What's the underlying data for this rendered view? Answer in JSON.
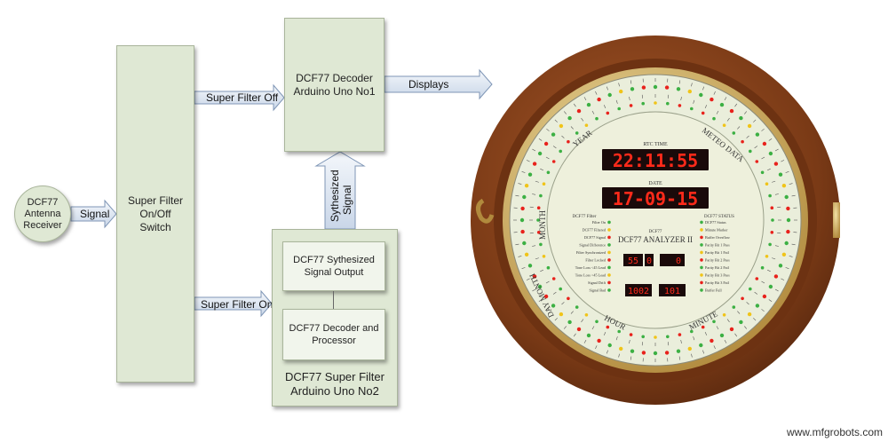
{
  "nodes": {
    "antenna": "DCF77\nAntenna\nReceiver",
    "switch": "Super Filter\nOn/Off\nSwitch",
    "decoder1": "DCF77 Decoder\nArduino Uno No1",
    "synth_output": "DCF77 Sythesized\nSignal Output",
    "decoder_processor": "DCF77 Decoder and\nProcessor",
    "super_filter": "DCF77 Super Filter\nArduino Uno No2"
  },
  "edges": {
    "signal": "Signal",
    "filter_off": "Super Filter Off",
    "filter_on": "Super Filter On",
    "synthesized": "Sythesized\nSignal",
    "displays": "Displays"
  },
  "clock": {
    "rtc_label": "RTC TIME",
    "time": "22:11:55",
    "date_label": "DATE",
    "date": "17-09-15",
    "brand": "DCF77",
    "title": "DCF77 ANALYZER II",
    "ring_top_left": "YEAR",
    "ring_top_right": "METEO DATA",
    "ring_left": "MONTH",
    "ring_left_low": "DAY MONTH",
    "ring_bottom_left": "HOUR",
    "ring_bottom_right": "MINUTE",
    "left_panel_title": "DCF77 Filter",
    "right_panel_title": "DCF77 STATUS",
    "left_items": [
      "Filter On",
      "DCF77 Filtered",
      "DCF77 Signal",
      "Signal Difference",
      "Filter Synchronized",
      "Filter Locked",
      "Tone Loss <45 Lead",
      "Tone Loss <45 Lead",
      "Signal Drift",
      "Signal Bad"
    ],
    "right_items": [
      "DCF77 Status",
      "Minute Marker",
      "Buffer Overflow",
      "Parity Bit 1 Pass",
      "Parity Bit 1 Fail",
      "Parity Bit 2 Pass",
      "Parity Bit 2 Fail",
      "Parity Bit 3 Pass",
      "Parity Bit 3 Fail",
      "Buffer Full"
    ],
    "small_left": "55",
    "small_mid": "0",
    "small_right": "0",
    "bottom_left": "1002",
    "bottom_right": "101"
  },
  "watermark": "www.mfgrobots.com",
  "colors": {
    "box_fill": "#dfe8d4",
    "arrow_fill": "#dce6f2",
    "arrow_stroke": "#7f96b6",
    "led_red": "#e8221c",
    "wood": "#7a3a16"
  }
}
